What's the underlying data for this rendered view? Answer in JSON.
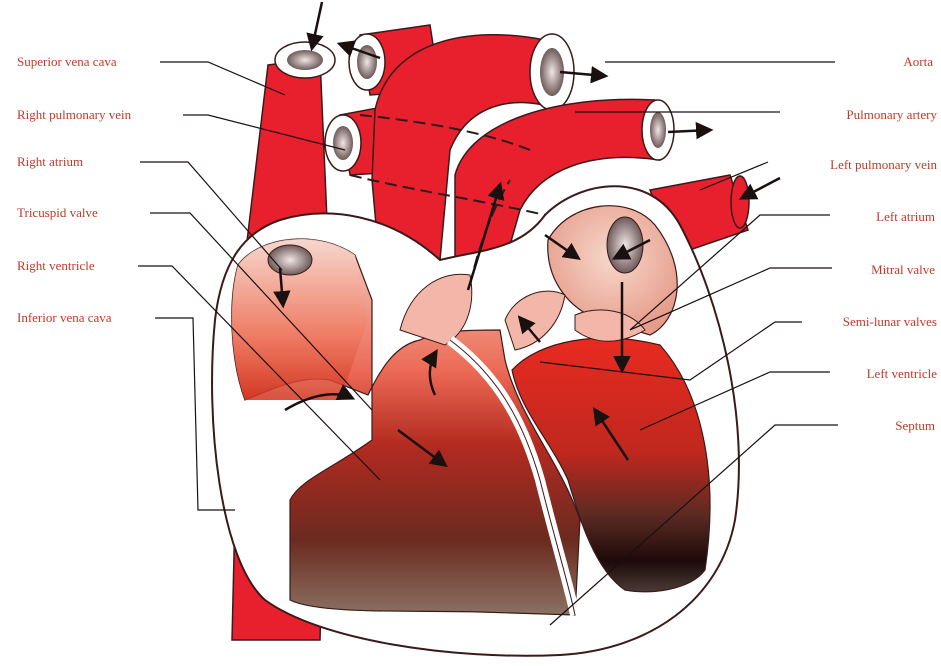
{
  "colors": {
    "label_text": "#c0392b",
    "vessel_red": "#e8202e",
    "wall_white": "#ffffff",
    "outline": "#4a2a2a",
    "dark_blood": "#2a0c0c"
  },
  "labels_left": [
    "Superior vena cava",
    "Right pulmonary vein",
    "Right atrium",
    "Tricuspid valve",
    "Right ventricle",
    "Inferior vena cava"
  ],
  "labels_right": [
    "Aorta",
    "Pulmonary artery",
    "Left pulmonary vein",
    "Left atrium",
    "Mitral valve",
    "Semi-lunar valves",
    "Left ventricle",
    "Septum"
  ]
}
